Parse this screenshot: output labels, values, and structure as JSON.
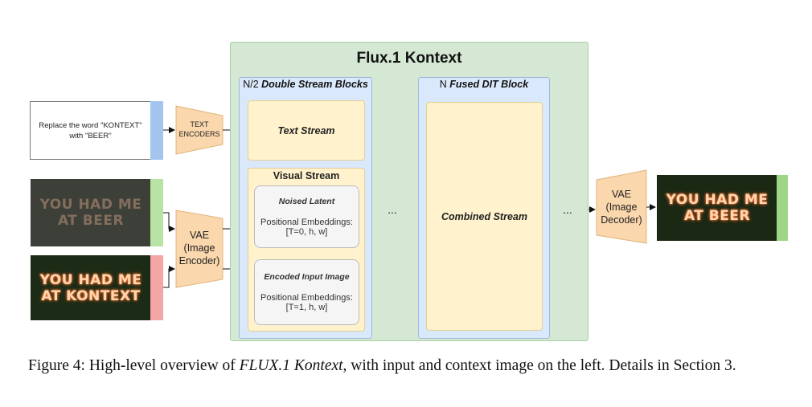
{
  "diagram": {
    "title": "Flux.1 Kontext",
    "double_stream": {
      "count": "N/2",
      "name": "Double Stream Blocks",
      "text_stream": "Text Stream",
      "visual_stream": "Visual Stream",
      "noised_latent": {
        "title": "Noised Latent",
        "label": "Positional Embeddings:",
        "value": "[T=0, h, w]"
      },
      "encoded_input": {
        "title": "Encoded Input Image",
        "label": "Positional Embeddings:",
        "value": "[T=1, h, w]"
      }
    },
    "fused": {
      "count": "N",
      "name": "Fused DIT Block",
      "combined_stream": "Combined Stream"
    },
    "prompt": {
      "line1": "Replace the word \"KONTEXT\"",
      "line2": "with \"BEER\"",
      "bar_color": "#a3c4ec"
    },
    "text_encoders": {
      "line1": "TEXT",
      "line2": "ENCODERS"
    },
    "vae_encoder": {
      "line1": "VAE",
      "line2": "(Image",
      "line3": "Encoder)"
    },
    "vae_decoder": {
      "line1": "VAE",
      "line2": "(Image",
      "line3": "Decoder)"
    },
    "ellipsis": "...",
    "images": {
      "noised": {
        "line1": "YOU HAD ME",
        "line2": "AT BEER",
        "bar_color": "#b8e3a5"
      },
      "context": {
        "line1": "YOU HAD ME",
        "line2": "AT KONTEXT",
        "bar_color": "#f4a5a5"
      },
      "output": {
        "line1": "YOU HAD ME",
        "line2": "AT BEER",
        "bar_color": "#9ed686"
      }
    },
    "colors": {
      "outer_panel": "#d5e8d4",
      "block_panel": "#dae8fc",
      "stream": "#fff2cc",
      "encoder": "#fad7ac",
      "gray_box": "#f5f5f5"
    }
  },
  "caption": {
    "prefix": "Figure 4: High-level overview of ",
    "italic": "FLUX.1 Kontext",
    "suffix": ", with input and context image on the left. Details in Section 3."
  }
}
